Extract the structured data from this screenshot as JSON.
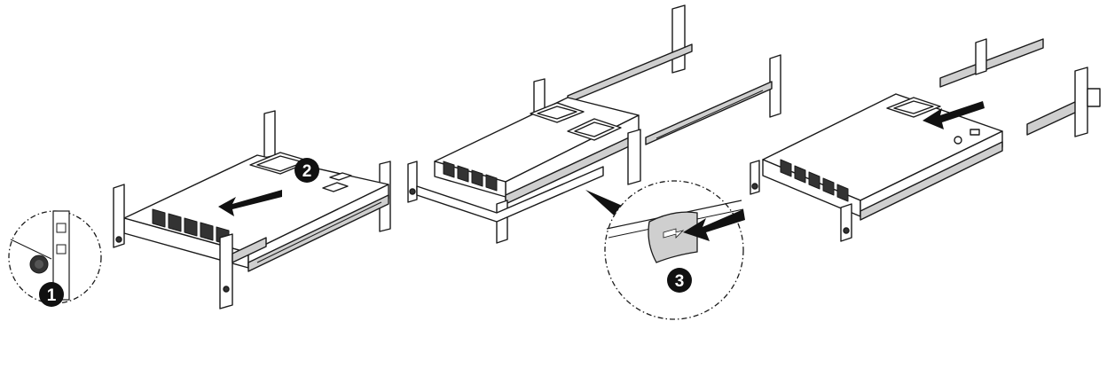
{
  "steps": [
    {
      "number": "1",
      "label": ""
    },
    {
      "number": "2",
      "label": ""
    },
    {
      "number": "3",
      "label": ""
    }
  ],
  "colors": {
    "line": "#1a1a1a",
    "fill": "#ffffff",
    "badge": "#111111",
    "badge_text": "#ffffff",
    "shade": "#cfcfcf",
    "dark": "#333333"
  }
}
